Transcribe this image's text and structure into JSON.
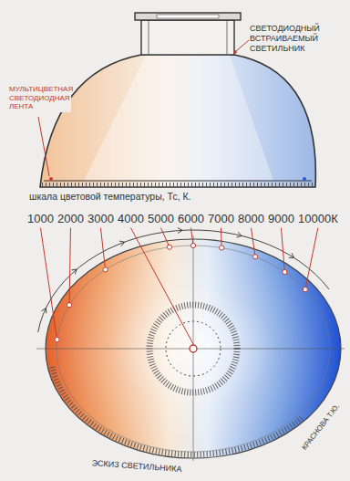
{
  "diagram": {
    "labels": [
      "СВЕТОДИОДНЫЙ ВСТРАИВАЕМЫЙ СВЕТИЛЬНИК",
      "МУЛЬТИЦВЕТНАЯ СВЕТОДИОДНАЯ ЛЕНТА",
      "шкала цветовой температуры, Тс, К.",
      "1000",
      "2000",
      "3000",
      "4000",
      "5000",
      "6000",
      "7000",
      "8000",
      "9000",
      "10000К",
      "ЭСКИЗ СВЕТИЛЬНИКА",
      "КРАСНОВА Т.Ю."
    ]
  }
}
